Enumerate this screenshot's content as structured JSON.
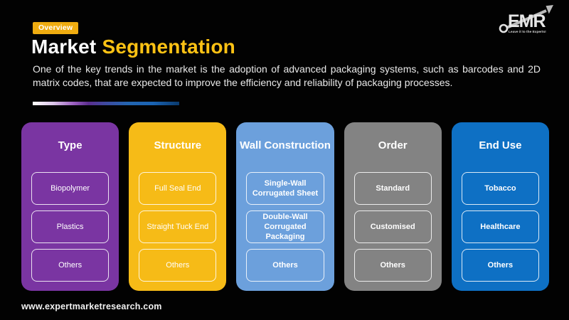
{
  "page": {
    "badge_label": "Overview",
    "title_white": "Market",
    "title_yellow": "Segmentation",
    "description": "One of the key trends in the market is the adoption of advanced packaging systems, such as barcodes and 2D matrix codes, that are expected to improve the efficiency and reliability of packaging processes.",
    "footer_url": "www.expertmarketresearch.com"
  },
  "logo": {
    "text": "EMR",
    "tagline": "Leave it to the Experts!"
  },
  "colors": {
    "background": "#020202",
    "badge": "#efac10",
    "title_accent": "#fdc214",
    "column_purple": "#7a35a2",
    "column_yellow": "#f6bb17",
    "column_lightblue": "#6ca0dc",
    "column_gray": "#838383",
    "column_blue": "#0e70c4"
  },
  "columns": [
    {
      "title": "Type",
      "color": "#7a35a2",
      "bold_items": false,
      "items": [
        "Biopolymer",
        "Plastics",
        "Others"
      ]
    },
    {
      "title": "Structure",
      "color": "#f6bb17",
      "bold_items": false,
      "items": [
        "Full Seal End",
        "Straight Tuck End",
        "Others"
      ]
    },
    {
      "title": "Wall Construction",
      "color": "#6ca0dc",
      "bold_items": true,
      "items": [
        "Single-Wall Corrugated Sheet",
        "Double-Wall Corrugated Packaging",
        "Others"
      ]
    },
    {
      "title": "Order",
      "color": "#838383",
      "bold_items": true,
      "items": [
        "Standard",
        "Customised",
        "Others"
      ]
    },
    {
      "title": "End Use",
      "color": "#0e70c4",
      "bold_items": true,
      "items": [
        "Tobacco",
        "Healthcare",
        "Others"
      ]
    }
  ]
}
